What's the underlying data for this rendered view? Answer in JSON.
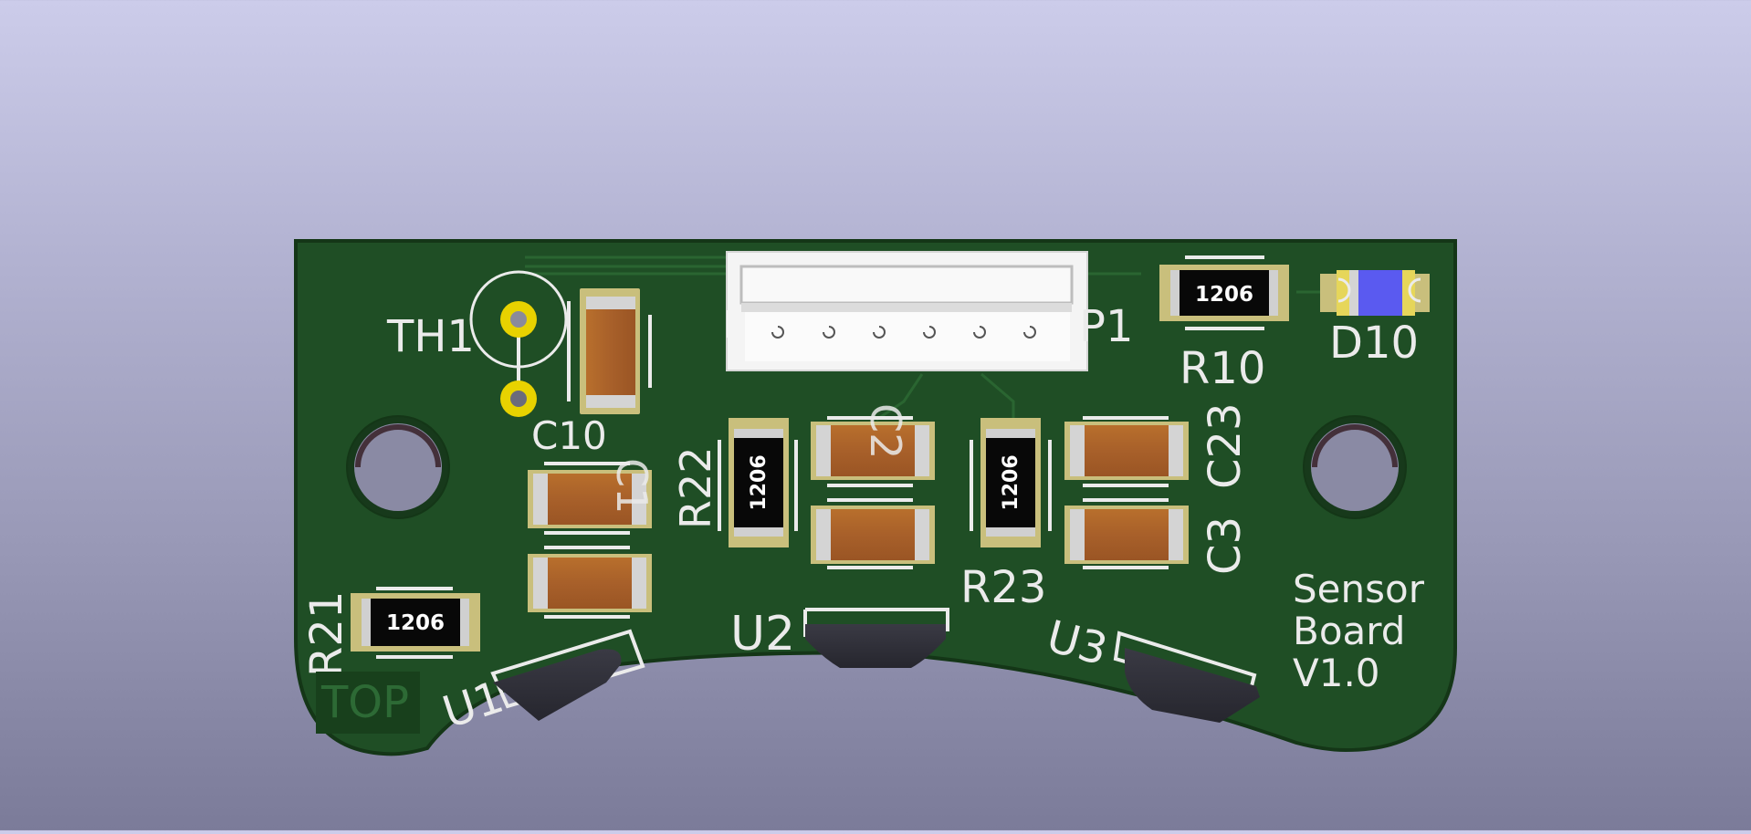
{
  "board": {
    "mask_color": "#1e4d24",
    "silkscreen_color": "#ebebeb",
    "side_label": "TOP",
    "title_lines": [
      "Sensor",
      "Board",
      "V1.0"
    ]
  },
  "designators": {
    "th1": "TH1",
    "p1": "P1",
    "r10": "R10",
    "d10": "D10",
    "c10": "C10",
    "r22": "R22",
    "r23": "R23",
    "c2": "C2",
    "c3": "C3",
    "c23": "C23",
    "c1": "C1",
    "r21": "R21",
    "u1": "U1",
    "u2": "U2",
    "u3": "U3"
  },
  "resistor_package_label": "1206"
}
